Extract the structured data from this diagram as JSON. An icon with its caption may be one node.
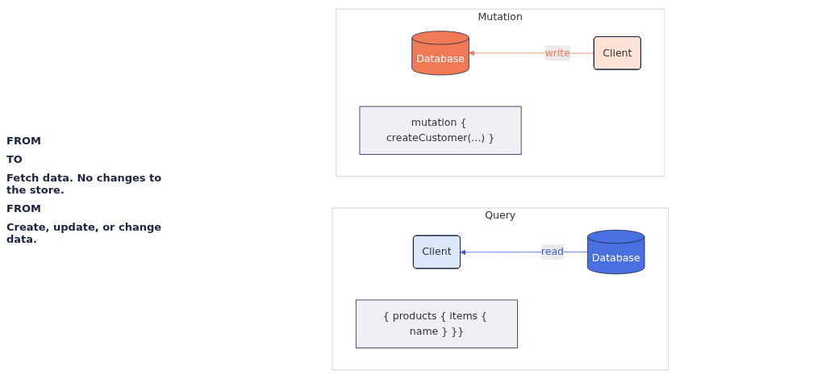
{
  "diagram": {
    "nodes": [
      {
        "text": [
          "Query"
        ]
      },
      {
        "text": [
          "Client"
        ],
        "in": 0
      },
      {
        "text": [
          "Database"
        ],
        "in": 0
      },
      {
        "text": [
          "{ products { items { name } }}"
        ],
        "in": 0
      },
      {
        "text": [
          "Mutation"
        ]
      },
      {
        "text": [
          "Database"
        ],
        "in": 4
      },
      {
        "text": [
          "Client"
        ],
        "in": 4
      },
      {
        "text": [
          "mutation { createCustomer(...) }"
        ],
        "in": 4
      }
    ],
    "edges": [
      {
        "from": 2,
        "to": 1,
        "arrow": "to",
        "label": "read",
        "color": "#3b5bdb"
      },
      {
        "from": 6,
        "to": 5,
        "arrow": "to",
        "label": "write",
        "color": "#f07a55"
      }
    ],
    "labels": [
      "FROM",
      "TO",
      "Fetch data. No changes to the store.",
      "FROM",
      "Create, update, or change data."
    ]
  }
}
